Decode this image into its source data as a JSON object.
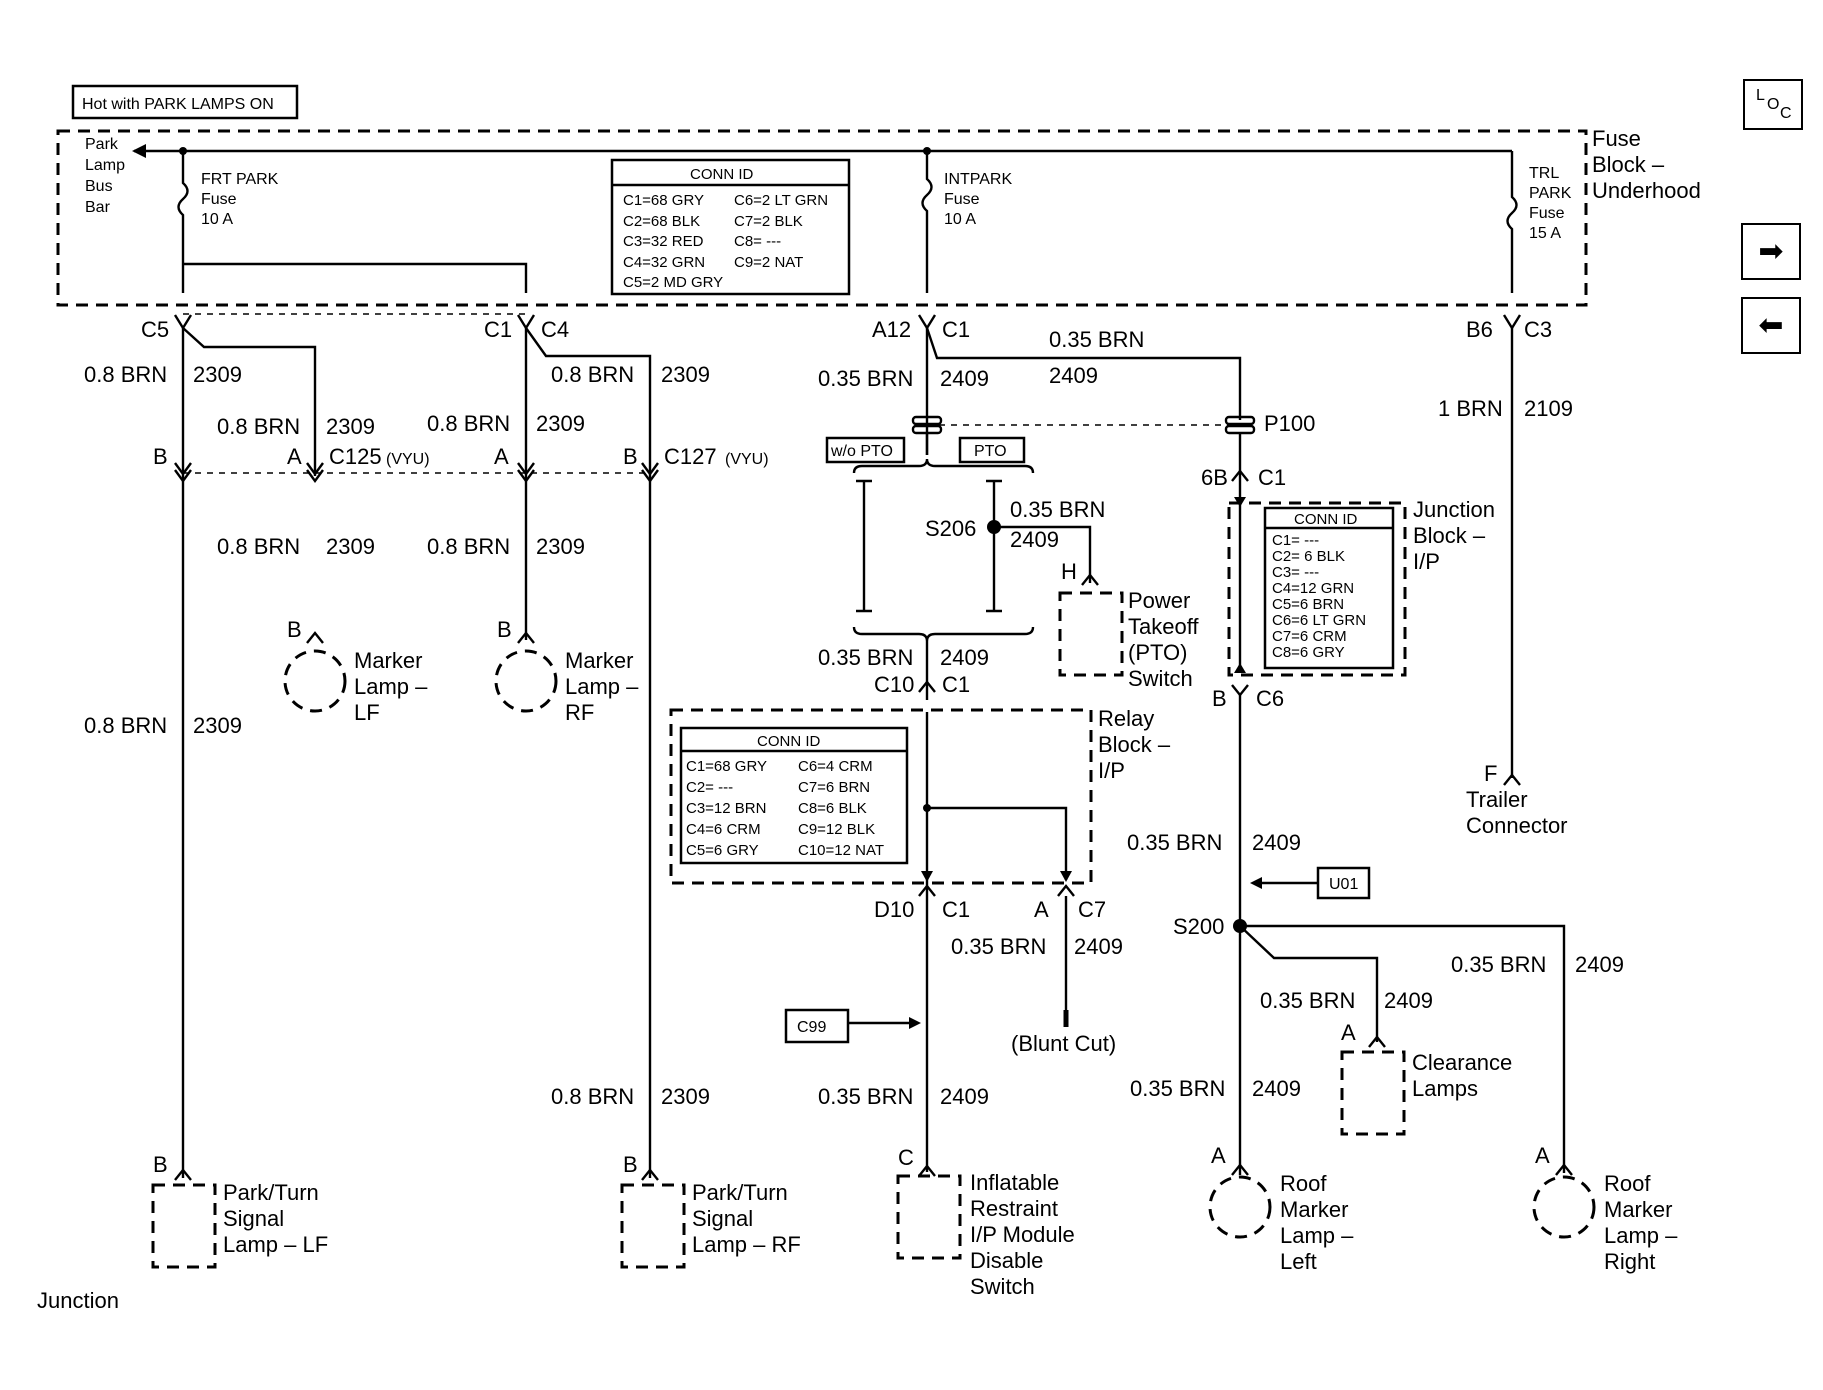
{
  "hot_label": "Hot with PARK LAMPS ON",
  "fuse_block": {
    "title_l1": "Fuse",
    "title_l2": "Block –",
    "title_l3": "Underhood",
    "bus_bar": [
      "Park",
      "Lamp",
      "Bus",
      "Bar"
    ],
    "fuse_frt": [
      "FRT PARK",
      "Fuse",
      "10 A"
    ],
    "fuse_int": [
      "INTPARK",
      "Fuse",
      "10 A"
    ],
    "fuse_trl": [
      "TRL",
      "PARK",
      "Fuse",
      "15 A"
    ],
    "conn_title": "CONN ID",
    "conn_left": [
      "C1=68 GRY",
      "C2=68 BLK",
      "C3=32 RED",
      "C4=32 GRN",
      "C5=2 MD GRY"
    ],
    "conn_right": [
      "C6=2 LT GRN",
      "C7=2 BLK",
      "C8= ---",
      "C9=2 NAT"
    ]
  },
  "connectors": {
    "c5": "C5",
    "c1a": "C1",
    "c4": "C4",
    "a12": "A12",
    "c1b": "C1",
    "b6": "B6",
    "c3": "C3",
    "b1": "B",
    "a1": "A",
    "c125": "C125",
    "vyu1": "(VYU)",
    "a2": "A",
    "b2": "B",
    "c127": "C127",
    "vyu2": "(VYU)",
    "p100": "P100",
    "s206": "S206",
    "h": "H",
    "c10": "C10",
    "c1c": "C1",
    "6b": "6B",
    "c1d": "C1",
    "b3": "B",
    "c6": "C6",
    "d10": "D10",
    "c1e": "C1",
    "a3": "A",
    "c7": "C7",
    "s200": "S200",
    "f": "F",
    "b_lf": "B",
    "b_rf": "B",
    "b_ptlf": "B",
    "b_ptrf": "B",
    "c_inf": "C",
    "a_clr": "A",
    "a_rml": "A",
    "a_rmr": "A"
  },
  "wires": {
    "brn08": "0.8 BRN",
    "c2309": "2309",
    "brn035": "0.35 BRN",
    "c2409": "2409",
    "brn1": "1 BRN",
    "c2109": "2109"
  },
  "pto": {
    "wo": "w/o PTO",
    "with": "PTO"
  },
  "components": {
    "marker_lf": [
      "Marker",
      "Lamp –",
      "LF"
    ],
    "marker_rf": [
      "Marker",
      "Lamp –",
      "RF"
    ],
    "pto_switch": [
      "Power",
      "Takeoff",
      "(PTO)",
      "Switch"
    ],
    "junction_ip": [
      "Junction",
      "Block –",
      "I/P"
    ],
    "relay_ip": [
      "Relay",
      "Block –",
      "I/P"
    ],
    "trailer": [
      "Trailer",
      "Connector"
    ],
    "blunt": "(Blunt Cut)",
    "clearance": [
      "Clearance",
      "Lamps"
    ],
    "pt_lf": [
      "Park/Turn",
      "Signal",
      "Lamp – LF"
    ],
    "pt_rf": [
      "Park/Turn",
      "Signal",
      "Lamp – RF"
    ],
    "inflatable": [
      "Inflatable",
      "Restraint",
      "I/P Module",
      "Disable",
      "Switch"
    ],
    "roof_left": [
      "Roof",
      "Marker",
      "Lamp –",
      "Left"
    ],
    "roof_right": [
      "Roof",
      "Marker",
      "Lamp –",
      "Right"
    ],
    "junction_bottom": "Junction"
  },
  "junction_conn": {
    "title": "CONN ID",
    "rows": [
      "C1= ---",
      "C2= 6 BLK",
      "C3= ---",
      "C4=12 GRN",
      "C5=6 BRN",
      "C6=6 LT GRN",
      "C7=6 CRM",
      "C8=6 GRY"
    ]
  },
  "relay_conn": {
    "title": "CONN ID",
    "left": [
      "C1=68 GRY",
      "C2= ---",
      "C3=12 BRN",
      "C4=6 CRM",
      "C5=6 GRY"
    ],
    "right": [
      "C6=4 CRM",
      "C7=6 BRN",
      "C8=6 BLK",
      "C9=12 BLK",
      "C10=12 NAT"
    ]
  },
  "refs": {
    "u01": "U01",
    "c99": "C99"
  },
  "nav": {
    "loc_l": "L",
    "loc_o": "O",
    "loc_c": "C",
    "next": "➡",
    "prev": "⬅"
  }
}
